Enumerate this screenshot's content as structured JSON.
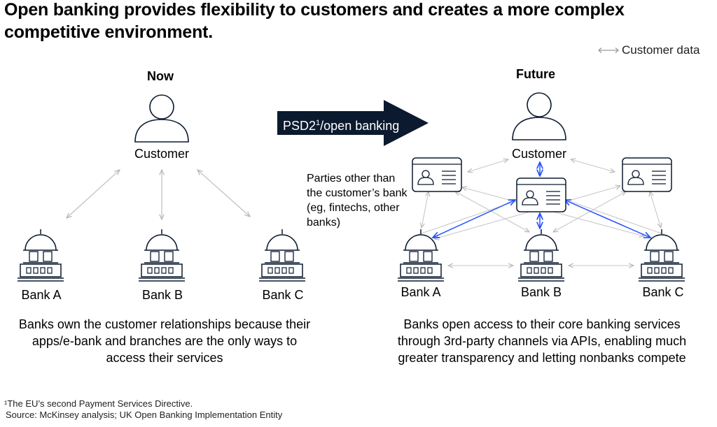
{
  "title": "Open banking provides flexibility to customers and creates a more complex competitive environment.",
  "legend": {
    "label": "Customer data"
  },
  "now": {
    "heading": "Now",
    "customer_label": "Customer",
    "banks": [
      "Bank A",
      "Bank B",
      "Bank C"
    ],
    "description": "Banks own the customer relationships because their apps/e-bank and branches are the only ways to access their services"
  },
  "transition": {
    "label": "PSD2",
    "footnote_mark": "1",
    "label_suffix": "/open banking"
  },
  "future": {
    "heading": "Future",
    "customer_label": "Customer",
    "parties_note": "Parties other than the customer’s bank (eg, fintechs, other banks)",
    "banks": [
      "Bank A",
      "Bank B",
      "Bank C"
    ],
    "description": "Banks open access to their core banking services through 3rd-party channels via APIs, enabling much greater transparency and letting nonbanks compete"
  },
  "footnotes": {
    "note1": "¹The EU’s second Payment Services Directive.",
    "source": "Source: McKinsey analysis; UK Open Banking Implementation Entity"
  },
  "colors": {
    "icon_stroke": "#0b1a2e",
    "connector_gray": "#bfbfbf",
    "connector_blue": "#2251ff",
    "arrow_fill": "#0b1a2e"
  },
  "icons": {
    "person": "person-icon",
    "bank": "bank-building-icon",
    "third_party": "id-card-icon",
    "legend_arrow": "double-arrow-icon"
  }
}
